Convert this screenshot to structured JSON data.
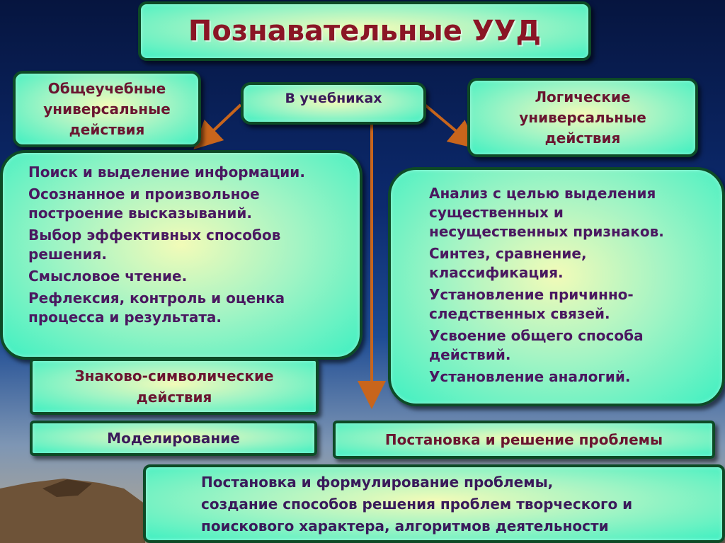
{
  "title": "Познавательные УУД",
  "node_general": [
    "Общеучебные",
    "универсальные",
    "действия"
  ],
  "node_textbooks": "В учебниках",
  "node_logical": [
    "Логические",
    "универсальные",
    "действия"
  ],
  "general_items": [
    [
      "Поиск и выделение информации."
    ],
    [
      "Осознанное и произвольное",
      "построение высказываний."
    ],
    [
      "Выбор эффективных способов",
      "решения."
    ],
    [
      "Смысловое чтение."
    ],
    [
      "Рефлексия, контроль и оценка",
      "процесса и результата."
    ]
  ],
  "logical_items": [
    [
      "Анализ с целью выделения",
      "существенных и",
      "несущественных признаков."
    ],
    [
      "Синтез, сравнение,",
      "классификация."
    ],
    [
      "Установление причинно-",
      "следственных связей."
    ],
    [
      "Усвоение общего способа",
      "действий."
    ],
    [
      "Установление аналогий."
    ]
  ],
  "node_symbolic": [
    "Знаково-символические",
    "действия"
  ],
  "node_modeling": "Моделирование",
  "node_problem": "Постановка и решение проблемы",
  "node_problem_detail": [
    "Постановка и формулирование проблемы,",
    "создание способов решения проблем творческого и",
    "поискового характера, алгоритмов деятельности"
  ],
  "colors": {
    "box_border": "#0d4a26",
    "arrow": "#c8651c",
    "title_text": "#8a1525"
  }
}
